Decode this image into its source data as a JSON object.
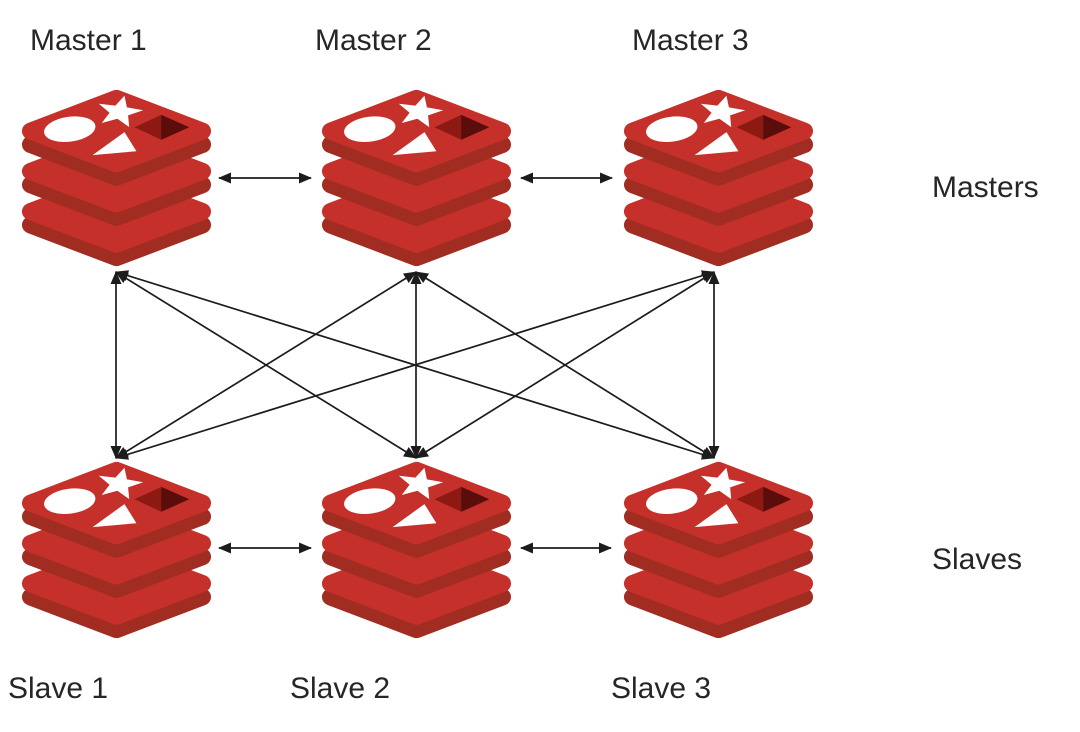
{
  "diagram": {
    "description": "Redis cluster replication topology with three masters and three slaves",
    "group_labels": {
      "masters": "Masters",
      "slaves": "Slaves"
    },
    "nodes": [
      {
        "id": "master-1",
        "label": "Master 1",
        "role": "master",
        "icon": "redis-stack-icon"
      },
      {
        "id": "master-2",
        "label": "Master 2",
        "role": "master",
        "icon": "redis-stack-icon"
      },
      {
        "id": "master-3",
        "label": "Master 3",
        "role": "master",
        "icon": "redis-stack-icon"
      },
      {
        "id": "slave-1",
        "label": "Slave 1",
        "role": "slave",
        "icon": "redis-stack-icon"
      },
      {
        "id": "slave-2",
        "label": "Slave 2",
        "role": "slave",
        "icon": "redis-stack-icon"
      },
      {
        "id": "slave-3",
        "label": "Slave 3",
        "role": "slave",
        "icon": "redis-stack-icon"
      }
    ],
    "connections": [
      {
        "from": "master-1",
        "to": "master-2",
        "type": "bidirectional"
      },
      {
        "from": "master-2",
        "to": "master-3",
        "type": "bidirectional"
      },
      {
        "from": "slave-1",
        "to": "slave-2",
        "type": "bidirectional"
      },
      {
        "from": "slave-2",
        "to": "slave-3",
        "type": "bidirectional"
      },
      {
        "from": "master-1",
        "to": "slave-1",
        "type": "bidirectional"
      },
      {
        "from": "master-1",
        "to": "slave-2",
        "type": "bidirectional"
      },
      {
        "from": "master-1",
        "to": "slave-3",
        "type": "bidirectional"
      },
      {
        "from": "master-2",
        "to": "slave-1",
        "type": "bidirectional"
      },
      {
        "from": "master-2",
        "to": "slave-2",
        "type": "bidirectional"
      },
      {
        "from": "master-2",
        "to": "slave-3",
        "type": "bidirectional"
      },
      {
        "from": "master-3",
        "to": "slave-1",
        "type": "bidirectional"
      },
      {
        "from": "master-3",
        "to": "slave-2",
        "type": "bidirectional"
      },
      {
        "from": "master-3",
        "to": "slave-3",
        "type": "bidirectional"
      }
    ],
    "colors": {
      "background": "#ffffff",
      "redis_red": "#C6302B",
      "redis_dark_red": "#A02C22",
      "redis_hole_mid": "#8C1A12",
      "redis_hole_dark": "#5A0D0A",
      "icon_shapes": "#ffffff",
      "arrow": "#1c1c1c",
      "label_text": "#262626"
    }
  }
}
